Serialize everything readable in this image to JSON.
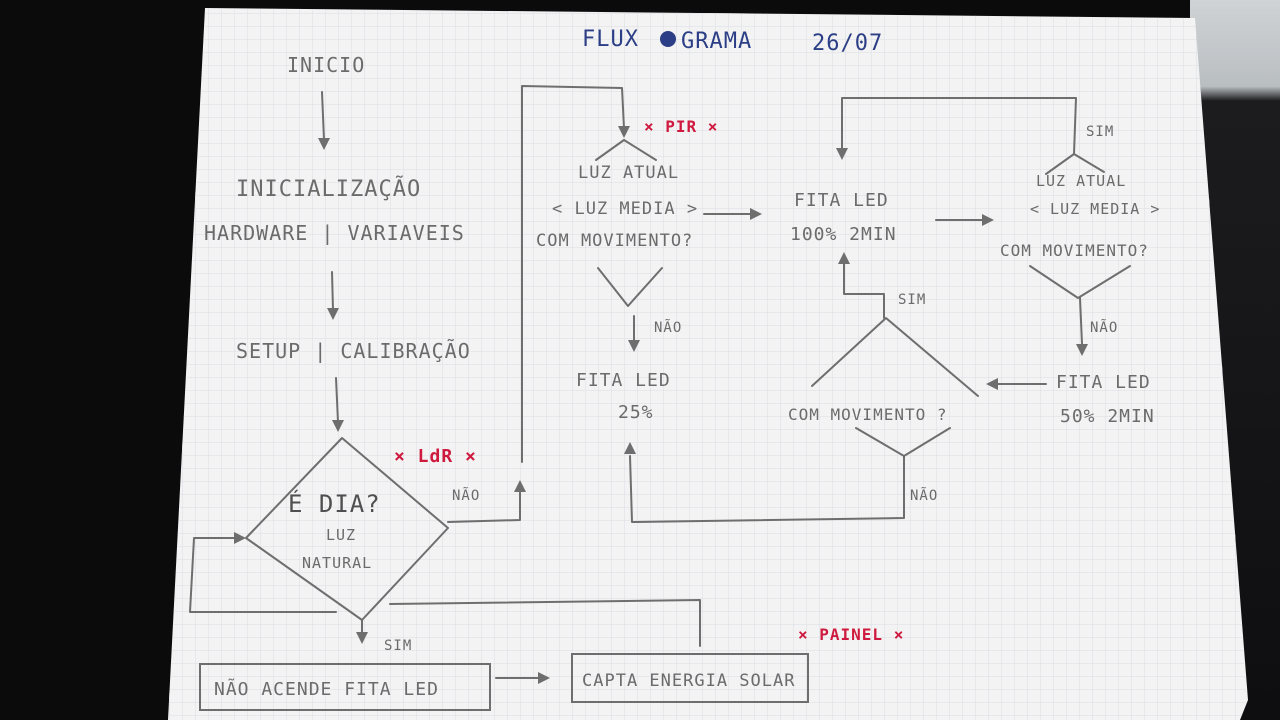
{
  "header": {
    "title_part1": "FLUX",
    "title_part2": "GRAMA",
    "date": "26/07"
  },
  "nodes": {
    "inicio": "INICIO",
    "init_line1": "INICIALIZAÇÃO",
    "init_line2": "HARDWARE | VARIAVEIS",
    "setup": "SETUP | CALIBRAÇÃO",
    "decision_dia_line1": "É DIA?",
    "decision_dia_line2": "LUZ",
    "decision_dia_line3": "NATURAL",
    "ldr_tag": "× LdR ×",
    "nao_1": "NÃO",
    "sim_1": "SIM",
    "nao_acende": "NÃO ACENDE FITA LED",
    "capta": "CAPTA ENERGIA SOLAR",
    "painel_tag": "× PAINEL ×",
    "pir_tag": "× PIR ×",
    "luz_atual_line1": "LUZ ATUAL",
    "luz_atual_line2": "< LUZ MEDIA >",
    "luz_atual_line3": "COM MOVIMENTO?",
    "nao_2": "NÃO",
    "fita_25_line1": "FITA LED",
    "fita_25_line2": "25%",
    "fita_100_line1": "FITA LED",
    "fita_100_line2": "100%  2MIN",
    "luz_atual_b_line1": "LUZ ATUAL",
    "luz_atual_b_line2": "< LUZ MEDIA >",
    "luz_atual_b_line3": "COM MOVIMENTO?",
    "sim_2": "SIM",
    "nao_3": "NÃO",
    "fita_50_line1": "FITA LED",
    "fita_50_line2": "50% 2MIN",
    "com_mov": "COM MOVIMENTO ?",
    "sim_3": "SIM",
    "nao_4": "NÃO"
  },
  "colors": {
    "pencil": "#6e6e6e",
    "title_ink": "#2c3f86",
    "tag_ink": "#cf1a3f",
    "paper": "#f2f2f2",
    "grid": "#d7dbe0"
  },
  "icons": {
    "title_o": "filled-circle-icon"
  }
}
